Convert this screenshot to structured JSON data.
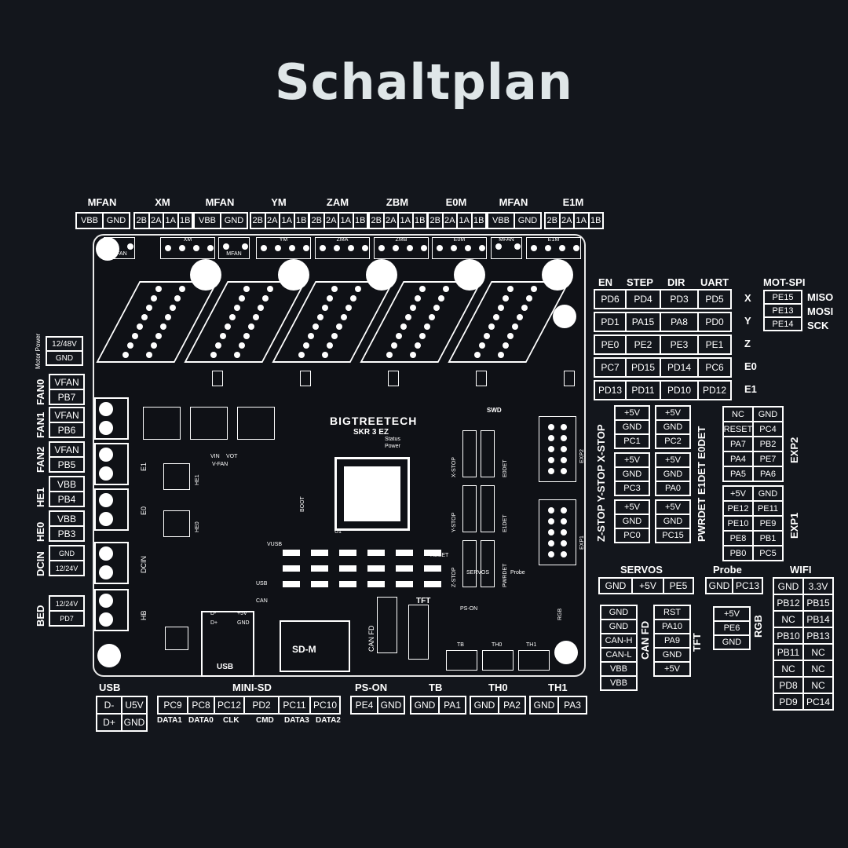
{
  "title": "Schaltplan",
  "top_headers": [
    "MFAN",
    "XM",
    "MFAN",
    "YM",
    "ZAM",
    "ZBM",
    "E0M",
    "MFAN",
    "E1M"
  ],
  "top_pins": [
    [
      "VBB",
      "GND"
    ],
    [
      "2B",
      "2A",
      "1A",
      "1B"
    ],
    [
      "VBB",
      "GND"
    ],
    [
      "2B",
      "2A",
      "1A",
      "1B"
    ],
    [
      "2B",
      "2A",
      "1A",
      "1B"
    ],
    [
      "2B",
      "2A",
      "1A",
      "1B"
    ],
    [
      "2B",
      "2A",
      "1A",
      "1B"
    ],
    [
      "VBB",
      "GND"
    ],
    [
      "2B",
      "2A",
      "1A",
      "1B"
    ]
  ],
  "silk_top": [
    "MFAN",
    "XM",
    "MFAN",
    "YM",
    "ZMA",
    "ZMB",
    "E0M",
    "MFAN",
    "E1M"
  ],
  "left_side": {
    "motor_power_label": "Motor Power",
    "motor_power": [
      "12/48V",
      "GND"
    ],
    "items": [
      {
        "label": "FAN0",
        "pins": [
          "VFAN",
          "PB7"
        ]
      },
      {
        "label": "FAN1",
        "pins": [
          "VFAN",
          "PB6"
        ]
      },
      {
        "label": "FAN2",
        "pins": [
          "VFAN",
          "PB5"
        ]
      },
      {
        "label": "HE1",
        "pins": [
          "VBB",
          "PB4"
        ]
      },
      {
        "label": "HE0",
        "pins": [
          "VBB",
          "PB3"
        ]
      },
      {
        "label": "DCIN",
        "pins": [
          "GND",
          "12/24V"
        ]
      },
      {
        "label": "BED",
        "pins": [
          "12/24V",
          "PD7"
        ]
      }
    ]
  },
  "drivers": {
    "headers": [
      "EN",
      "STEP",
      "DIR",
      "UART"
    ],
    "rows": [
      {
        "axis": "X",
        "pins": [
          "PD6",
          "PD4",
          "PD3",
          "PD5"
        ]
      },
      {
        "axis": "Y",
        "pins": [
          "PD1",
          "PA15",
          "PA8",
          "PD0"
        ]
      },
      {
        "axis": "Z",
        "pins": [
          "PE0",
          "PE2",
          "PE3",
          "PE1"
        ]
      },
      {
        "axis": "E0",
        "pins": [
          "PC7",
          "PD15",
          "PD14",
          "PC6"
        ]
      },
      {
        "axis": "E1",
        "pins": [
          "PD13",
          "PD11",
          "PD10",
          "PD12"
        ]
      }
    ]
  },
  "mot_spi": {
    "title": "MOT-SPI",
    "pins": [
      "PE15",
      "PE13",
      "PE14"
    ],
    "labels": [
      "MISO",
      "MOSI",
      "SCK"
    ]
  },
  "stops": {
    "left_label": "Z-STOP Y-STOP X-STOP",
    "right_label": "PWRDET E1DET E0DET",
    "left": [
      [
        "+5V",
        "GND",
        "PC1"
      ],
      [
        "+5V",
        "GND",
        "PC3"
      ],
      [
        "+5V",
        "GND",
        "PC0"
      ]
    ],
    "right": [
      [
        "+5V",
        "GND",
        "PC2"
      ],
      [
        "+5V",
        "GND",
        "PA0"
      ],
      [
        "+5V",
        "GND",
        "PC15"
      ]
    ]
  },
  "exp2": {
    "label": "EXP2",
    "rows": [
      [
        "NC",
        "GND"
      ],
      [
        "RESET",
        "PC4"
      ],
      [
        "PA7",
        "PB2"
      ],
      [
        "PA4",
        "PE7"
      ],
      [
        "PA5",
        "PA6"
      ]
    ]
  },
  "exp1": {
    "label": "EXP1",
    "rows": [
      [
        "+5V",
        "GND"
      ],
      [
        "PE12",
        "PE11"
      ],
      [
        "PE10",
        "PE9"
      ],
      [
        "PE8",
        "PB1"
      ],
      [
        "PB0",
        "PC5"
      ]
    ]
  },
  "servos": {
    "label": "SERVOS",
    "pins": [
      "GND",
      "+5V",
      "PE5"
    ]
  },
  "probe": {
    "label": "Probe",
    "pins": [
      "GND",
      "PC13"
    ]
  },
  "wifi": {
    "label": "WIFI",
    "rows": [
      [
        "GND",
        "3.3V"
      ],
      [
        "PB12",
        "PB15"
      ],
      [
        "NC",
        "PB14"
      ],
      [
        "PB10",
        "PB13"
      ],
      [
        "PB11",
        "NC"
      ],
      [
        "NC",
        "NC"
      ],
      [
        "PD8",
        "NC"
      ],
      [
        "PD9",
        "PC14"
      ]
    ]
  },
  "canfd": {
    "label": "CAN FD",
    "pins": [
      "GND",
      "GND",
      "CAN-H",
      "CAN-L",
      "VBB",
      "VBB"
    ]
  },
  "tft": {
    "label": "TFT",
    "pins": [
      "RST",
      "PA10",
      "PA9",
      "GND",
      "+5V"
    ]
  },
  "rgb": {
    "label": "RGB",
    "pins": [
      "+5V",
      "PE6",
      "GND"
    ]
  },
  "usb": {
    "label": "USB",
    "rows": [
      [
        "D-",
        "U5V"
      ],
      [
        "D+",
        "GND"
      ]
    ]
  },
  "minisd": {
    "label": "MINI-SD",
    "pins": [
      "PC9",
      "PC8",
      "PC12",
      "PD2",
      "PC11",
      "PC10"
    ],
    "sublabels": [
      "DATA1",
      "DATA0",
      "CLK",
      "CMD",
      "DATA3",
      "DATA2"
    ]
  },
  "pson": {
    "label": "PS-ON",
    "pins": [
      "PE4",
      "GND"
    ]
  },
  "tb": {
    "label": "TB",
    "pins": [
      "GND",
      "PA1"
    ]
  },
  "th0": {
    "label": "TH0",
    "pins": [
      "GND",
      "PA2"
    ]
  },
  "th1": {
    "label": "TH1",
    "pins": [
      "GND",
      "PA3"
    ]
  },
  "board_silk": {
    "brand": "BIGTREETECH",
    "model": "SKR 3 EZ",
    "swd": "SWD",
    "status": "Status",
    "power": "Power",
    "xstop": "X-STOP",
    "ystop": "Y-STOP",
    "zstop": "Z-STOP",
    "e0det": "E0DET",
    "e1det": "E1DET",
    "pwrdet": "PWRDET",
    "exp1": "EXP1",
    "exp2": "EXP2",
    "servos": "SERVOS",
    "probe": "Probe",
    "tft": "TFT",
    "reset": "RESET",
    "boot": "BOOT",
    "u1": "U1",
    "vusb": "VUSB",
    "usb": "USB",
    "can": "CAN",
    "canfd": "CAN FD",
    "sdm": "SD-M",
    "pson": "PS-ON",
    "tb": "TB",
    "th0": "TH0",
    "th1": "TH1",
    "rgb": "RGB",
    "vfan": "V-FAN",
    "vin": "VIN",
    "vot": "VOT",
    "he0": "HE0",
    "he1": "HE1",
    "e0": "E0",
    "e1": "E1",
    "dcin": "DCIN",
    "hb": "HB",
    "usb_pins": [
      "D-",
      "D+",
      "+5V",
      "GND"
    ]
  }
}
